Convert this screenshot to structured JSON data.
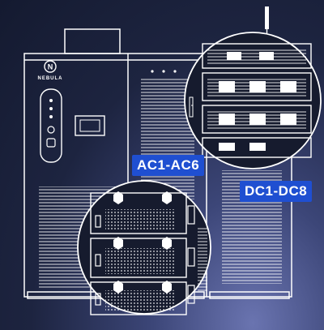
{
  "brand": {
    "name": "NEBULA",
    "logo_glyph": "N"
  },
  "labels": {
    "ac": "AC1-AC6",
    "dc": "DC1-DC8"
  },
  "colors": {
    "background": "#1d2440",
    "line": "#ffffff",
    "tag_background": "#1f4fd1",
    "magnifier_fill": "#161b2e"
  }
}
